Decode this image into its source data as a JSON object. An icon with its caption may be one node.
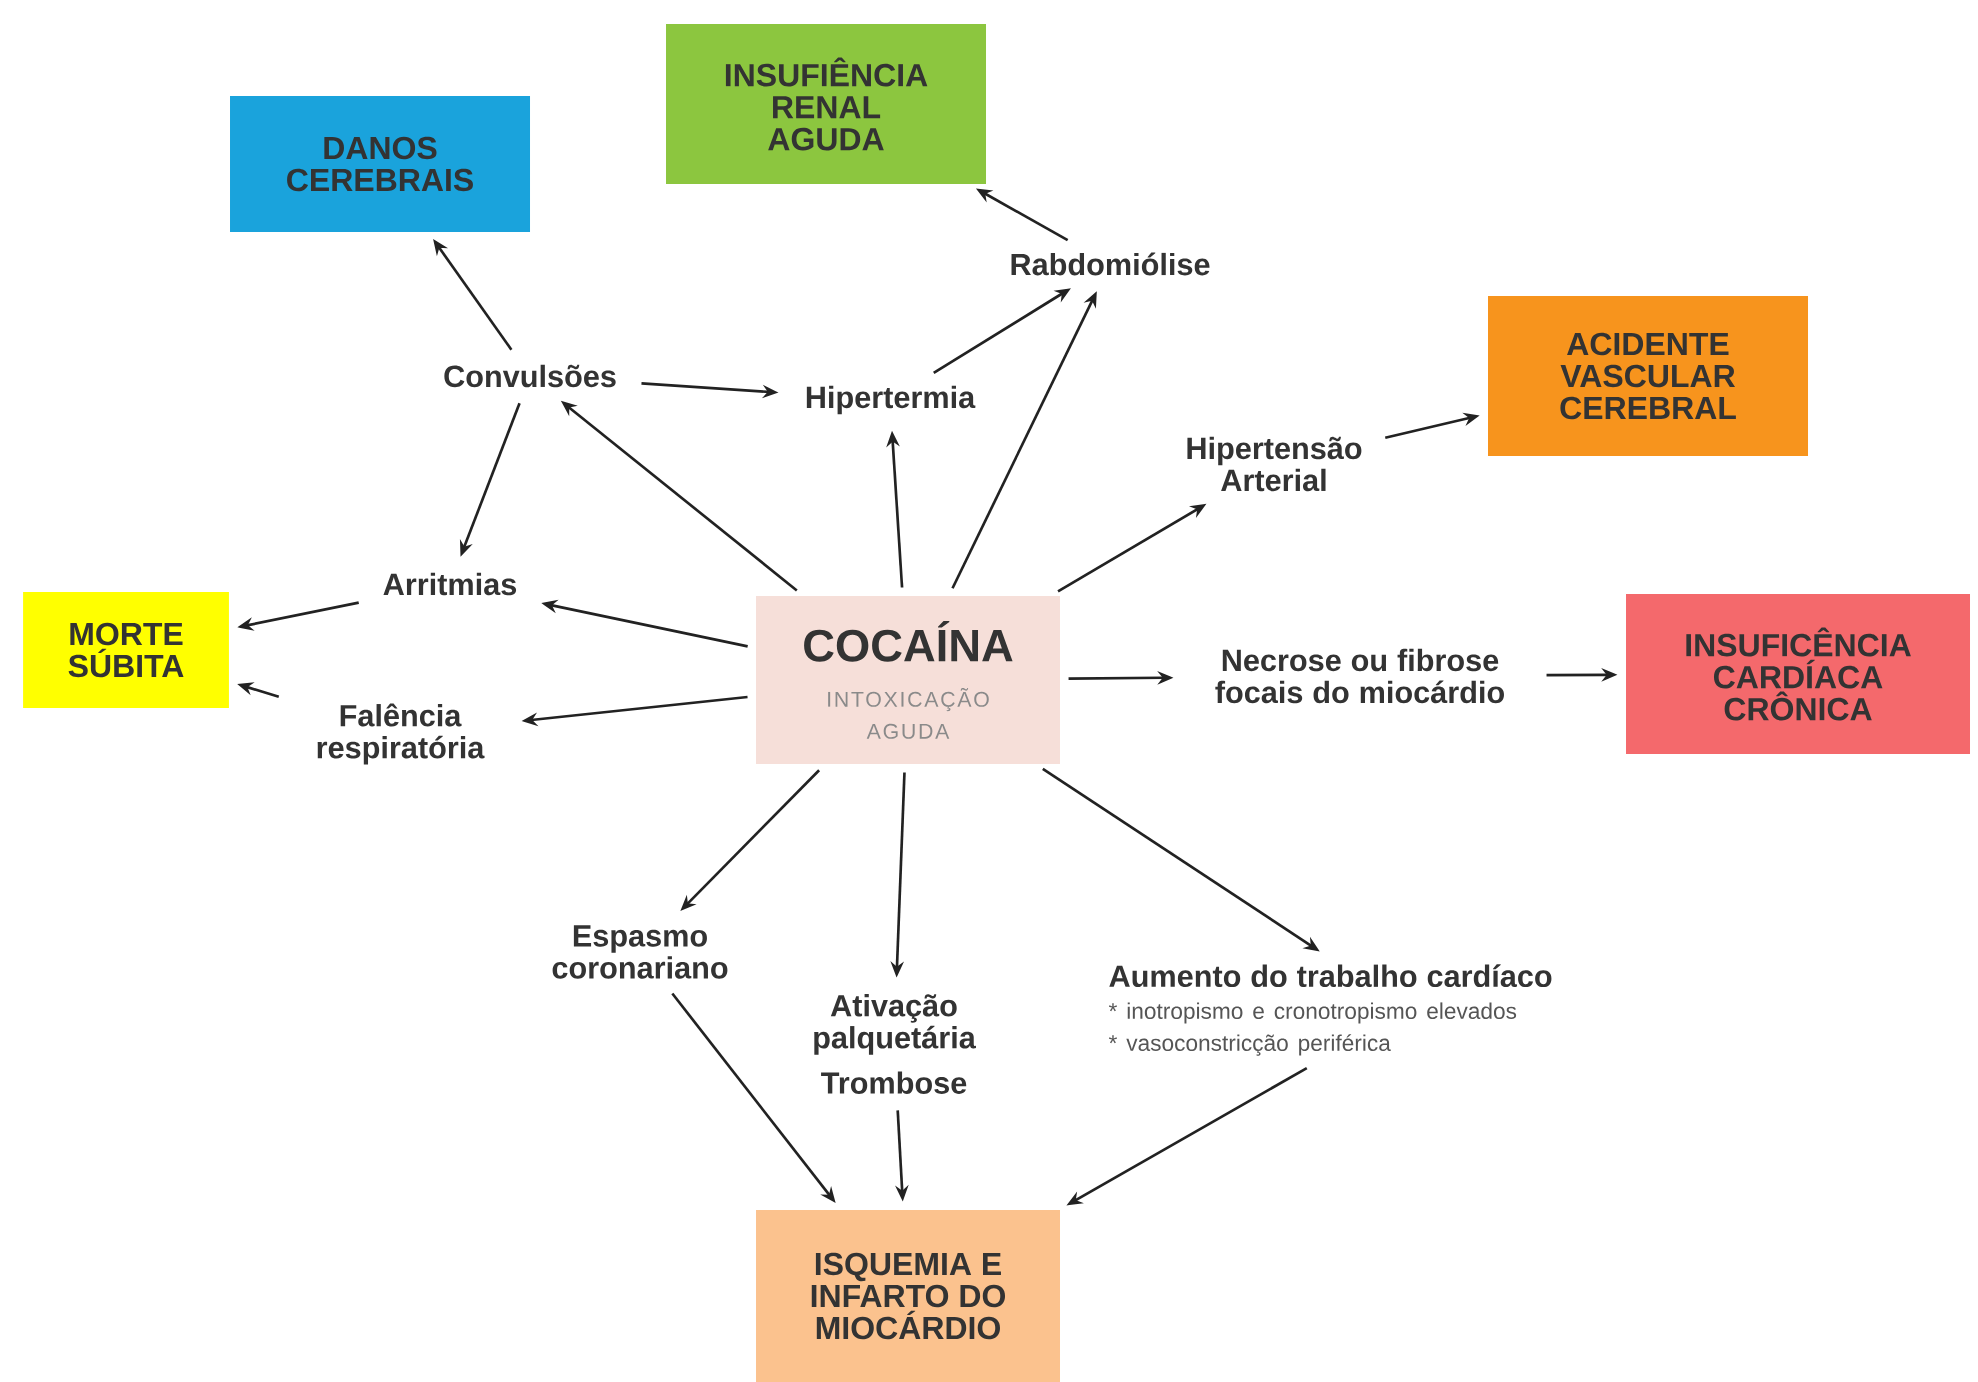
{
  "diagram": {
    "nodes": [
      {
        "text": [
          "DANOS CEREBRAIS"
        ]
      },
      {
        "text": [
          "INSUFIÊNCIA RENAL AGUDA"
        ]
      },
      {
        "text": [
          "Rabdomiólise"
        ]
      },
      {
        "text": [
          "Convulsões"
        ]
      },
      {
        "text": [
          "Hipertermia"
        ]
      },
      {
        "text": [
          "ACIDENTE VASCULAR CEREBRAL"
        ]
      },
      {
        "text": [
          "Hipertensão Arterial"
        ]
      },
      {
        "text": [
          "MORTE SÚBITA"
        ]
      },
      {
        "text": [
          "Arritmias"
        ]
      },
      {
        "text": [
          "COCAÍNA",
          "INTOXICAÇÃO AGUDA"
        ]
      },
      {
        "text": [
          "Necrose ou fibrose focais do miocárdio"
        ]
      },
      {
        "text": [
          "INSUFICÊNCIA CARDÍACA CRÔNICA"
        ]
      },
      {
        "text": [
          "Falência respiratória"
        ]
      },
      {
        "text": [
          "Espasmo coronariano"
        ]
      },
      {
        "text": [
          "Ativação palquetária",
          "Trombose"
        ]
      },
      {
        "text": [
          "Aumento do trabalho cardíaco",
          "* inotropismo e cronotropismo elevados",
          "* vasoconstricção periférica"
        ]
      },
      {
        "text": [
          "ISQUEMIA E INFARTO DO MIOCÁRDIO"
        ]
      }
    ],
    "edges": [
      {
        "from": 3,
        "to": 0,
        "arrow": "to"
      },
      {
        "from": 3,
        "to": 4,
        "arrow": "to"
      },
      {
        "from": 3,
        "to": 8,
        "arrow": "to"
      },
      {
        "from": 9,
        "to": 3,
        "arrow": "to"
      },
      {
        "from": 9,
        "to": 4,
        "arrow": "to"
      },
      {
        "from": 4,
        "to": 2,
        "arrow": "to"
      },
      {
        "from": 9,
        "to": 2,
        "arrow": "to"
      },
      {
        "from": 2,
        "to": 1,
        "arrow": "to"
      },
      {
        "from": 9,
        "to": 6,
        "arrow": "to"
      },
      {
        "from": 6,
        "to": 5,
        "arrow": "to"
      },
      {
        "from": 9,
        "to": 8,
        "arrow": "to"
      },
      {
        "from": 8,
        "to": 7,
        "arrow": "to"
      },
      {
        "from": 9,
        "to": 12,
        "arrow": "to"
      },
      {
        "from": 12,
        "to": 7,
        "arrow": "to"
      },
      {
        "from": 9,
        "to": 10,
        "arrow": "to"
      },
      {
        "from": 10,
        "to": 11,
        "arrow": "to"
      },
      {
        "from": 9,
        "to": 13,
        "arrow": "to"
      },
      {
        "from": 9,
        "to": 14,
        "arrow": "to"
      },
      {
        "from": 9,
        "to": 15,
        "arrow": "to"
      },
      {
        "from": 13,
        "to": 16,
        "arrow": "to"
      },
      {
        "from": 14,
        "to": 16,
        "arrow": "to"
      },
      {
        "from": 15,
        "to": 16,
        "arrow": "to"
      }
    ]
  }
}
